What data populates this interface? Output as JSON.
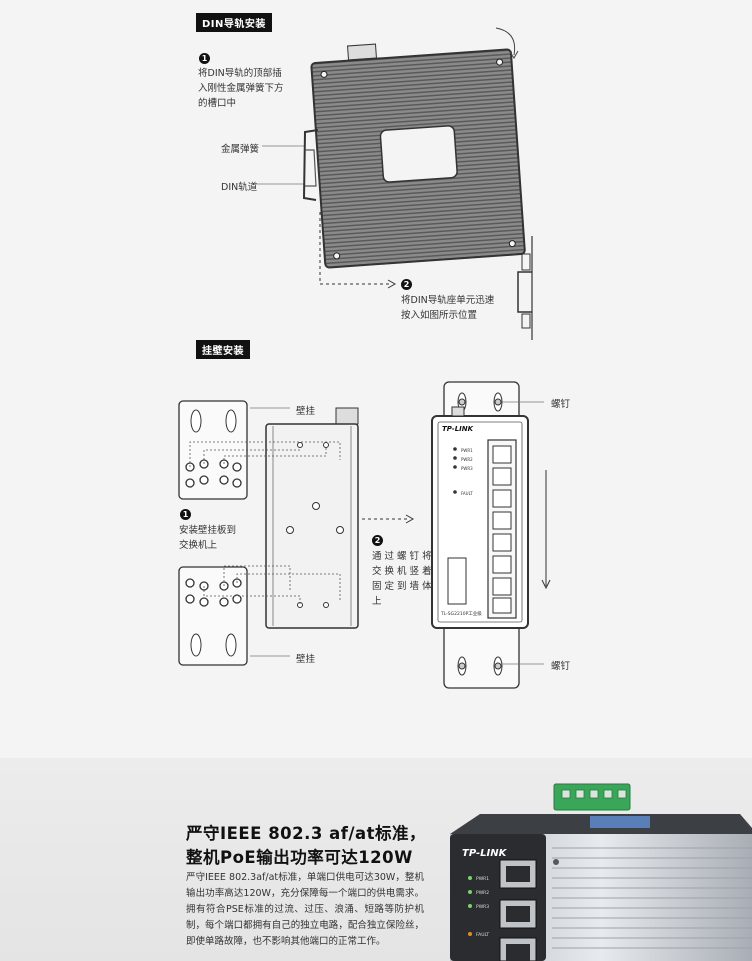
{
  "din": {
    "tag": "DIN导轨安装",
    "step1_num": "1",
    "step1_lines": [
      "将DIN导轨的顶部插",
      "入刚性金属弹簧下方",
      "的槽口中"
    ],
    "spring_label": "金属弹簧",
    "rail_label": "DIN轨道",
    "step2_num": "2",
    "step2_lines": [
      "将DIN导轨座单元迅速",
      "按入如图所示位置"
    ]
  },
  "wall": {
    "tag": "挂壁安装",
    "bracket_label": "壁挂",
    "step1_num": "1",
    "step1_lines": [
      "安装壁挂板到",
      "交换机上"
    ],
    "step2_num": "2",
    "step2_lines": [
      "通 过 螺 钉 将",
      "交 换 机 竖 着",
      "固 定 到 墙 体",
      "上"
    ],
    "screw_label": "螺钉",
    "device": {
      "brand": "TP-LINK",
      "led_labels": [
        "PWR1",
        "PWR2",
        "PWR3",
        "FAULT"
      ],
      "model": "TL-SG2210P工业级"
    }
  },
  "feature": {
    "title_line1": "严守IEEE 802.3 af/at标准，",
    "title_line2": "整机PoE输出功率可达120W",
    "description": "严守IEEE 802.3af/at标准，单端口供电可达30W，整机输出功率高达120W，充分保障每一个端口的供电需求。拥有符合PSE标准的过流、过压、浪涌、短路等防护机制，每个端口都拥有自己的独立电路，配合独立保险丝，即使单路故障，也不影响其他端口的正常工作。",
    "device": {
      "brand": "TP-LINK",
      "led_labels": [
        "PWR1",
        "PWR2",
        "PWR3",
        "FAULT"
      ]
    }
  }
}
